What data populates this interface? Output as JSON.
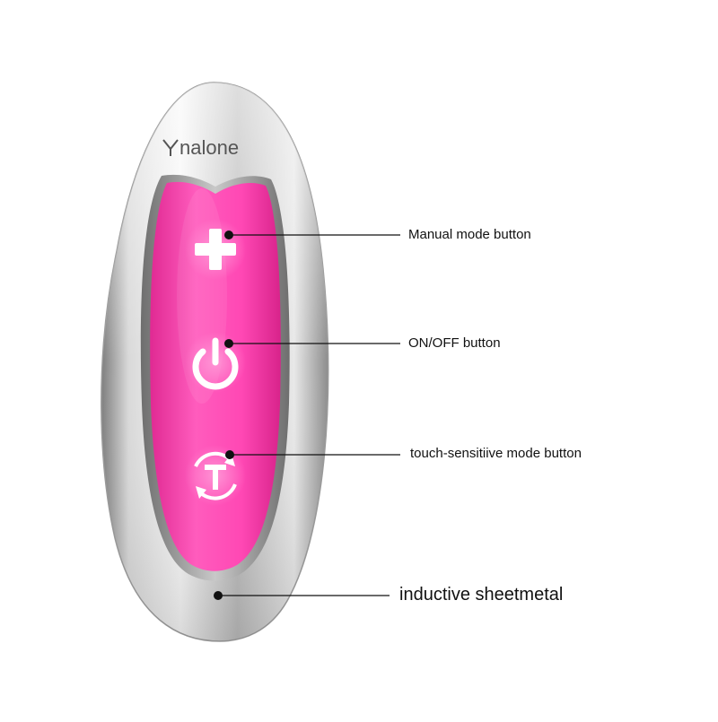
{
  "brand": {
    "logo_text": "Ynalone"
  },
  "colors": {
    "pink": "#f23aa8",
    "pink_light": "#ff7ccd",
    "metal_light": "#f4f4f4",
    "metal_dark": "#8a8a8a",
    "line": "#111111"
  },
  "buttons": {
    "manual": {
      "icon": "plus-icon"
    },
    "power": {
      "icon": "power-icon"
    },
    "touch": {
      "icon": "touch-mode-icon"
    }
  },
  "callouts": {
    "manual_mode": "Manual mode button",
    "on_off": "ON/OFF button",
    "touch_mode": "touch-sensitiive mode button",
    "sheetmetal": "inductive sheetmetal"
  }
}
